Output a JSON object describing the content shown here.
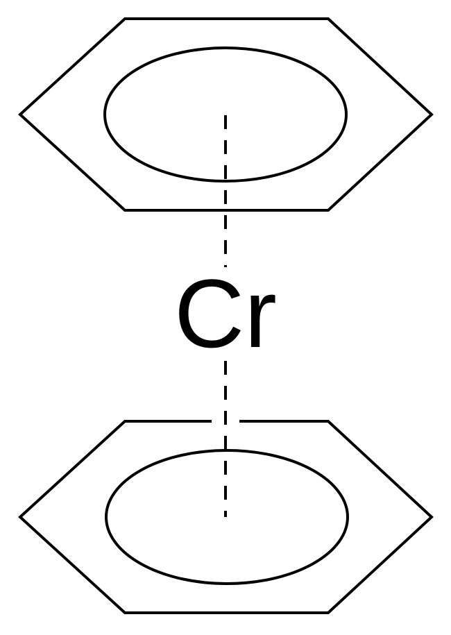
{
  "molecule": {
    "central_atom": "Cr",
    "ligands": [
      {
        "ring": "benzene",
        "position": "top",
        "bonding": "dashed-eta6"
      },
      {
        "ring": "benzene",
        "position": "bottom",
        "bonding": "dashed-eta6"
      }
    ]
  },
  "colors": {
    "stroke": "#000000",
    "background": "#ffffff"
  }
}
